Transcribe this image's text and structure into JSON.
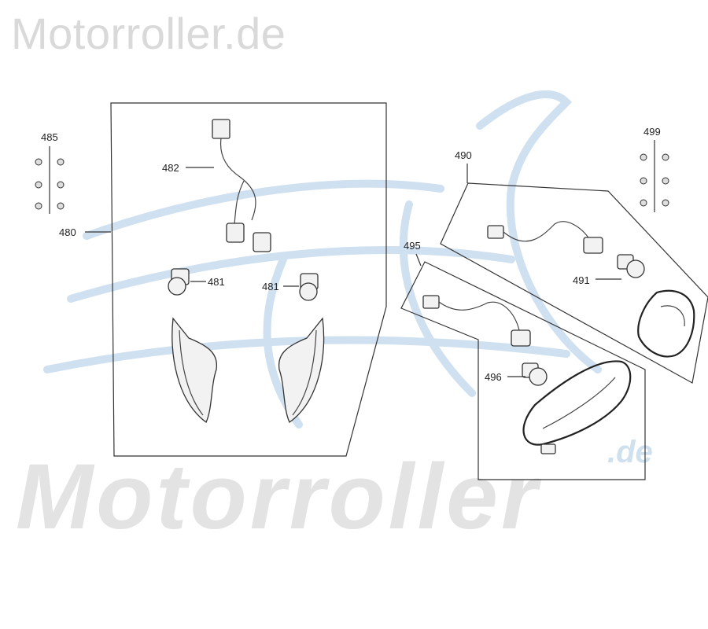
{
  "watermark": {
    "top_text": "Motorroller.de",
    "bottom_text": "Motorroller",
    "bottom_suffix": ".de"
  },
  "callouts": {
    "c485": "485",
    "c482": "482",
    "c480": "480",
    "c481a": "481",
    "c481b": "481",
    "c499": "499",
    "c490": "490",
    "c495": "495",
    "c491": "491",
    "c496": "496"
  },
  "colors": {
    "watermark_gray": "#d9d9d9",
    "watermark_blue": "#cfe0f0",
    "line": "#333333"
  }
}
